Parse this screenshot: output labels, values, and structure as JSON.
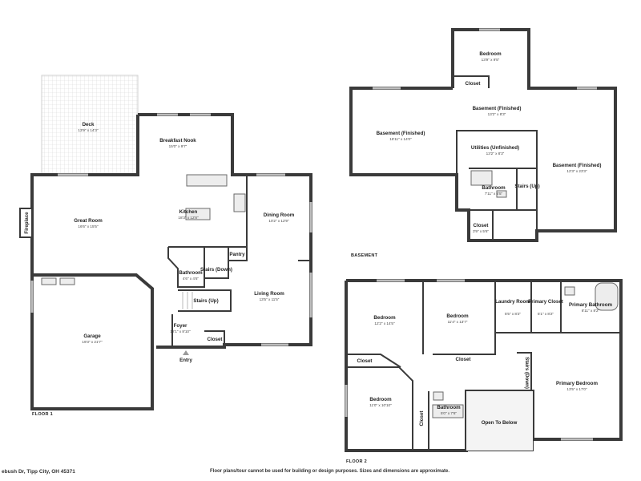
{
  "floors": [
    {
      "label": "FLOOR 1",
      "rooms": [
        {
          "id": "deck",
          "name": "Deck",
          "dims": "13'9\" x 14'3\""
        },
        {
          "id": "breakfast-nook",
          "name": "Breakfast Nook",
          "dims": "15'0\" x 9'7\""
        },
        {
          "id": "great-room",
          "name": "Great Room",
          "dims": "16'6\" x 15'5\""
        },
        {
          "id": "kitchen",
          "name": "Kitchen",
          "dims": "18'3\" x 12'8\""
        },
        {
          "id": "dining-room",
          "name": "Dining Room",
          "dims": "10'2\" x 12'9\""
        },
        {
          "id": "fireplace",
          "name": "Fireplace",
          "dims": ""
        },
        {
          "id": "pantry",
          "name": "Pantry",
          "dims": ""
        },
        {
          "id": "bathroom-1",
          "name": "Bathroom",
          "dims": "4'6\" x 4'6\""
        },
        {
          "id": "stairs-down",
          "name": "Stairs (Down)",
          "dims": ""
        },
        {
          "id": "stairs-up",
          "name": "Stairs (Up)",
          "dims": ""
        },
        {
          "id": "garage",
          "name": "Garage",
          "dims": "19'3\" x 21'7\""
        },
        {
          "id": "living-room",
          "name": "Living Room",
          "dims": "13'5\" x 11'5\""
        },
        {
          "id": "foyer",
          "name": "Foyer",
          "dims": "12'1\" x 8'10\""
        },
        {
          "id": "closet-1",
          "name": "Closet",
          "dims": ""
        },
        {
          "id": "entry",
          "name": "Entry",
          "dims": ""
        }
      ]
    },
    {
      "label": "BASEMENT",
      "rooms": [
        {
          "id": "bsmt-bedroom",
          "name": "Bedroom",
          "dims": "13'9\" x 9'5\""
        },
        {
          "id": "bsmt-closet-top",
          "name": "Closet",
          "dims": ""
        },
        {
          "id": "bsmt-finished-center",
          "name": "Basement (Finished)",
          "dims": "13'2\" x 8'3\""
        },
        {
          "id": "bsmt-finished-left",
          "name": "Basement (Finished)",
          "dims": "16'11\" x 14'0\""
        },
        {
          "id": "utilities",
          "name": "Utilities (Unfinished)",
          "dims": "13'2\" x 8'3\""
        },
        {
          "id": "bsmt-finished-right",
          "name": "Basement (Finished)",
          "dims": "12'3\" x 23'3\""
        },
        {
          "id": "bsmt-bathroom",
          "name": "Bathroom",
          "dims": "7'11\" x 6'5\""
        },
        {
          "id": "bsmt-stairs-up",
          "name": "Stairs (Up)",
          "dims": ""
        },
        {
          "id": "bsmt-closet-bottom",
          "name": "Closet",
          "dims": "3'9\" x 5'6\""
        }
      ]
    },
    {
      "label": "FLOOR 2",
      "rooms": [
        {
          "id": "bedroom-a",
          "name": "Bedroom",
          "dims": "12'2\" x 14'5\""
        },
        {
          "id": "bedroom-b",
          "name": "Bedroom",
          "dims": "11'4\" x 13'7\""
        },
        {
          "id": "laundry",
          "name": "Laundry Room",
          "dims": "5'5\" x 8'2\""
        },
        {
          "id": "primary-closet",
          "name": "Primary Closet",
          "dims": "5'1\" x 8'2\""
        },
        {
          "id": "primary-bathroom",
          "name": "Primary Bathroom",
          "dims": "8'11\" x 8'2\""
        },
        {
          "id": "closet-a",
          "name": "Closet",
          "dims": ""
        },
        {
          "id": "closet-b",
          "name": "Closet",
          "dims": ""
        },
        {
          "id": "stairs-down-2",
          "name": "Stairs (Down)",
          "dims": ""
        },
        {
          "id": "primary-bedroom",
          "name": "Primary Bedroom",
          "dims": "13'5\" x 17'0\""
        },
        {
          "id": "bedroom-c",
          "name": "Bedroom",
          "dims": "11'0\" x 10'10\""
        },
        {
          "id": "closet-c",
          "name": "Closet",
          "dims": ""
        },
        {
          "id": "bathroom-2",
          "name": "Bathroom",
          "dims": "5'0\" x 7'6\""
        },
        {
          "id": "open-to-below",
          "name": "Open To Below",
          "dims": ""
        }
      ]
    }
  ],
  "footer": {
    "address": "ebush Dr, Tipp City, OH 45371",
    "disclaimer": "Floor plans/tour cannot be used for building or design purposes. Sizes and dimensions are approximate."
  }
}
